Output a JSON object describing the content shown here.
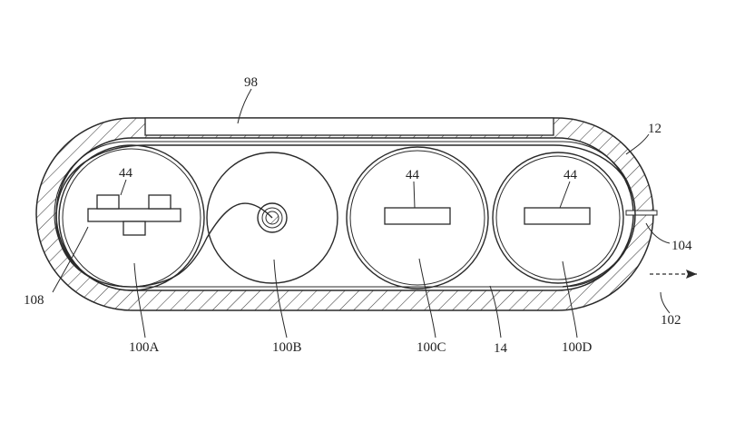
{
  "labels": {
    "cover": "98",
    "housing": "12",
    "seam": "104",
    "direction": "102",
    "wall": "14",
    "cable": "108",
    "pad_a": "44",
    "pad_c": "44",
    "pad_d": "44",
    "roll_a": "100A",
    "roll_b": "100B",
    "roll_c": "100C",
    "roll_d": "100D"
  }
}
